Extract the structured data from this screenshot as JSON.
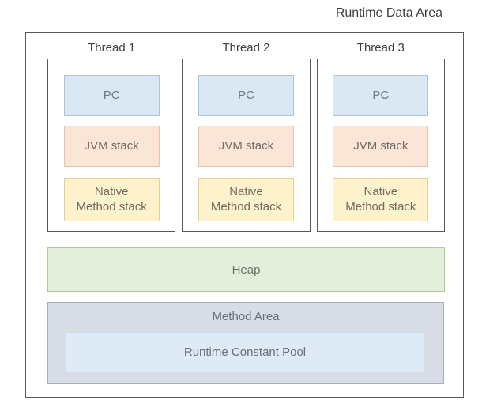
{
  "title": "Runtime Data Area",
  "threads": [
    {
      "label": "Thread 1"
    },
    {
      "label": "Thread 2"
    },
    {
      "label": "Thread 3"
    }
  ],
  "thread_components": {
    "pc": "PC",
    "jvm_stack": "JVM stack",
    "native_method_stack": "Native\nMethod stack"
  },
  "heap": {
    "label": "Heap"
  },
  "method_area": {
    "label": "Method Area",
    "runtime_constant_pool": "Runtime Constant Pool"
  },
  "colors": {
    "pc_fill": "#dbe7f3",
    "pc_border": "#a9c6e1",
    "jvm_stack_fill": "#fbe5d6",
    "jvm_stack_border": "#f0c0a4",
    "native_stack_fill": "#fdf2cb",
    "native_stack_border": "#e7d089",
    "heap_fill": "#e3efda",
    "heap_border": "#afca94",
    "method_area_fill": "#d7dce5",
    "method_area_border": "#a6b0c2",
    "runtime_constant_pool_fill": "#deebf7",
    "runtime_constant_pool_border": "#c9dcf0",
    "box_outline": "#595959",
    "title_text": "#3f3f3f",
    "label_text": "#6e6e6e"
  }
}
